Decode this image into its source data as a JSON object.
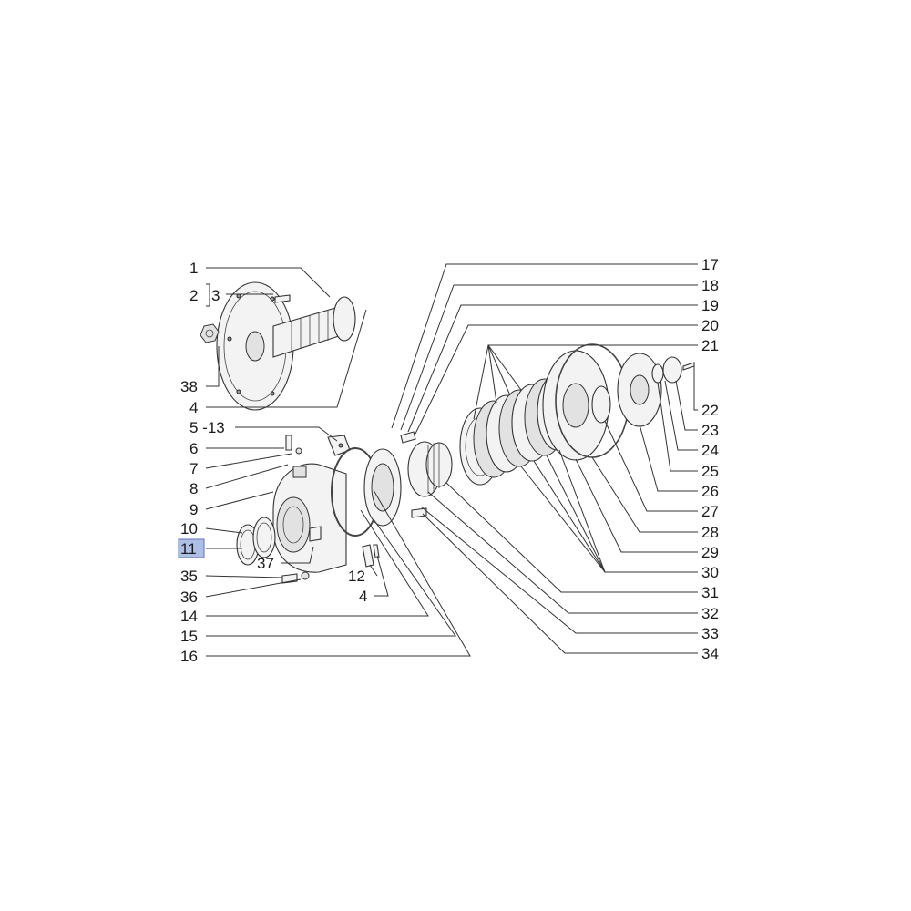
{
  "colors": {
    "highlight": "#aebfe6",
    "line": "#333333"
  },
  "callouts": {
    "c1": "1",
    "c2": "2",
    "c3": "3",
    "c38": "38",
    "c4a": "4",
    "c5_13": "5 -13",
    "c6": "6",
    "c7": "7",
    "c8": "8",
    "c9": "9",
    "c10": "10",
    "c11": "11",
    "c35": "35",
    "c36": "36",
    "c14": "14",
    "c15": "15",
    "c16": "16",
    "c37": "37",
    "c12": "12",
    "c4b": "4",
    "c17": "17",
    "c18": "18",
    "c19": "19",
    "c20": "20",
    "c21": "21",
    "c22": "22",
    "c23": "23",
    "c24": "24",
    "c25": "25",
    "c26": "26",
    "c27": "27",
    "c28": "28",
    "c29": "29",
    "c30": "30",
    "c31": "31",
    "c32": "32",
    "c33": "33",
    "c34": "34"
  },
  "selected_callout": "11"
}
